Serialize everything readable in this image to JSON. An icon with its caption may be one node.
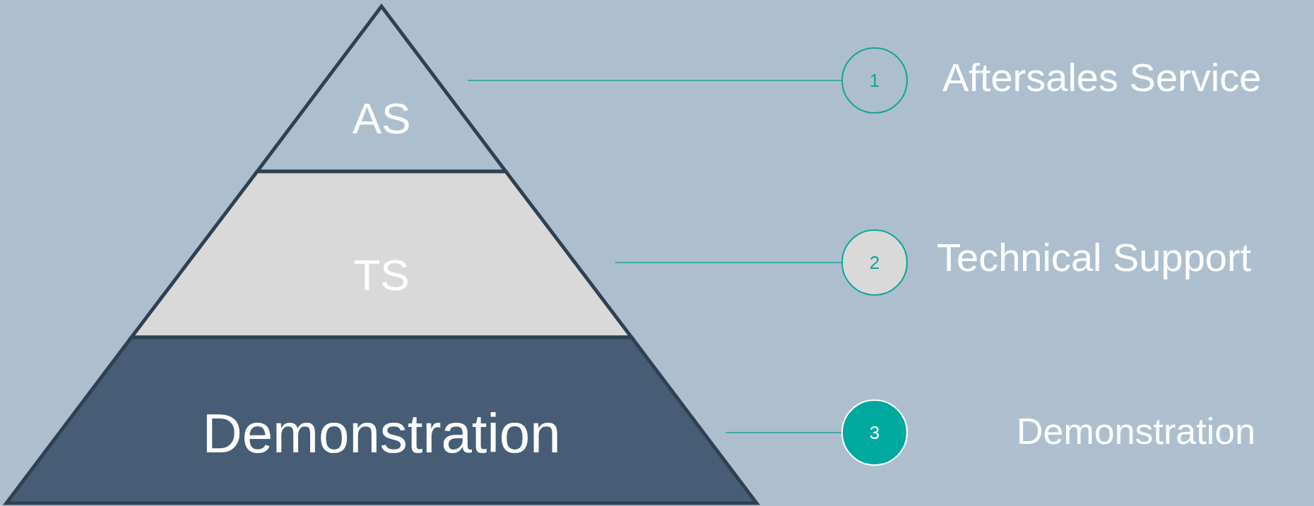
{
  "diagram": {
    "nodes": [
      {
        "text": [
          "AS"
        ]
      },
      {
        "text": [
          "TS"
        ]
      },
      {
        "text": [
          "Demonstration"
        ]
      },
      {
        "text": [
          "1"
        ],
        "beside": [
          "Aftersales Service"
        ]
      },
      {
        "text": [
          "2"
        ],
        "beside": [
          "Technical Support"
        ]
      },
      {
        "text": [
          "3"
        ],
        "beside": [
          "Demonstration"
        ]
      }
    ],
    "edges": [
      {
        "from": 0,
        "to": 3,
        "arrow": "none"
      },
      {
        "from": 1,
        "to": 4,
        "arrow": "none"
      },
      {
        "from": 2,
        "to": 5,
        "arrow": "none"
      }
    ]
  }
}
